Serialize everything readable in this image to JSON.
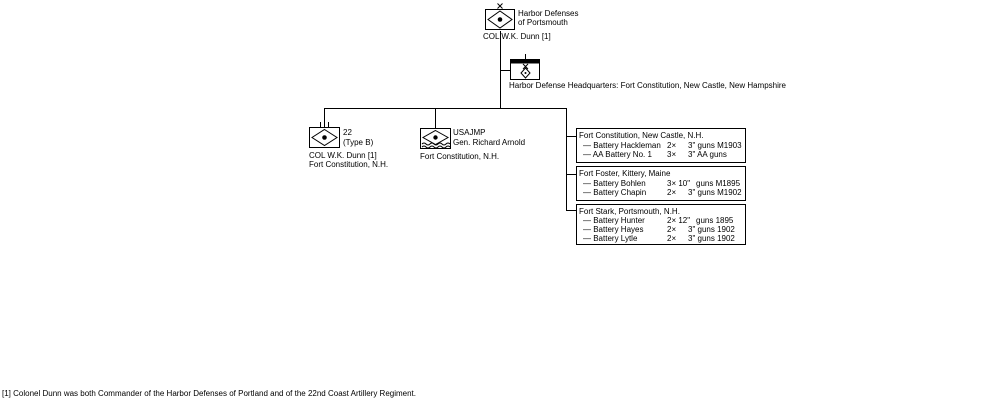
{
  "hq_unit": {
    "name_line1": "Harbor Defenses",
    "name_line2": "of Portsmouth",
    "commander": "COL  W.K. Dunn [1]"
  },
  "hq_headquarters": {
    "label": "Harbor Defense Headquarters: Fort Constitution, New Castle, New Hampshire"
  },
  "regiment": {
    "number": "22",
    "type": "(Type B)",
    "commander": "COL  W.K. Dunn [1]",
    "location": "Fort Constitution, N.H."
  },
  "mine_planter": {
    "name": "USAJMP",
    "namesake": "Gen. Richard Arnold",
    "location": "Fort Constitution, N.H."
  },
  "forts": [
    {
      "title": "Fort Constitution, New Castle, N.H.",
      "batteries": [
        {
          "name": "— Battery Hackleman",
          "qty": "2×",
          "gun": "3\" guns M1903"
        },
        {
          "name": "— AA Battery No. 1",
          "qty": "3×",
          "gun": "3\" AA guns"
        }
      ]
    },
    {
      "title": "Fort Foster, Kittery, Maine",
      "batteries": [
        {
          "name": "— Battery Bohlen",
          "qty": "3× 10\"",
          "gun": "guns M1895"
        },
        {
          "name": "— Battery Chapin",
          "qty": "2×",
          "gun": "3\" guns M1902"
        }
      ]
    },
    {
      "title": "Fort Stark, Portsmouth, N.H.",
      "batteries": [
        {
          "name": "— Battery Hunter",
          "qty": "2× 12\"",
          "gun": "guns 1895"
        },
        {
          "name": "— Battery Hayes",
          "qty": "2×",
          "gun": "3\" guns 1902"
        },
        {
          "name": "— Battery Lytle",
          "qty": "2×",
          "gun": "3\" guns 1902"
        }
      ]
    }
  ],
  "footnote": "[1] Colonel Dunn was both Commander of the Harbor Defenses of Portland and of the 22nd Coast Artillery Regiment."
}
